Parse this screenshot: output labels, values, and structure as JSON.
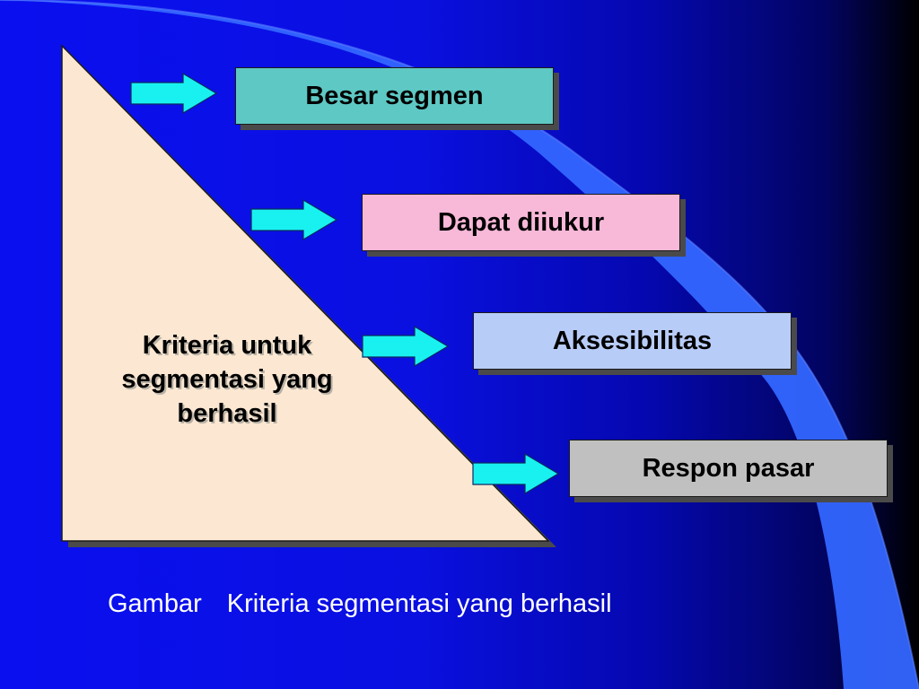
{
  "colors": {
    "background_left": "#0a0ff0",
    "background_right": "#000000",
    "swoosh": "#3366ff",
    "triangle_fill": "#fce8d2",
    "arrow_fill": "#19f1f1"
  },
  "diagram": {
    "triangle_label": "Kriteria untuk segmentasi yang berhasil",
    "criteria": [
      {
        "label": "Besar segmen",
        "color": "#5ec8c4"
      },
      {
        "label": "Dapat diiukur",
        "color": "#f8b8d8"
      },
      {
        "label": "Aksesibilitas",
        "color": "#b8ccf8"
      },
      {
        "label": "Respon pasar",
        "color": "#c0c0c0"
      }
    ],
    "arrow_icon": "right-arrow-icon"
  },
  "caption": {
    "prefix": "Gambar",
    "text": "Kriteria segmentasi yang berhasil"
  }
}
